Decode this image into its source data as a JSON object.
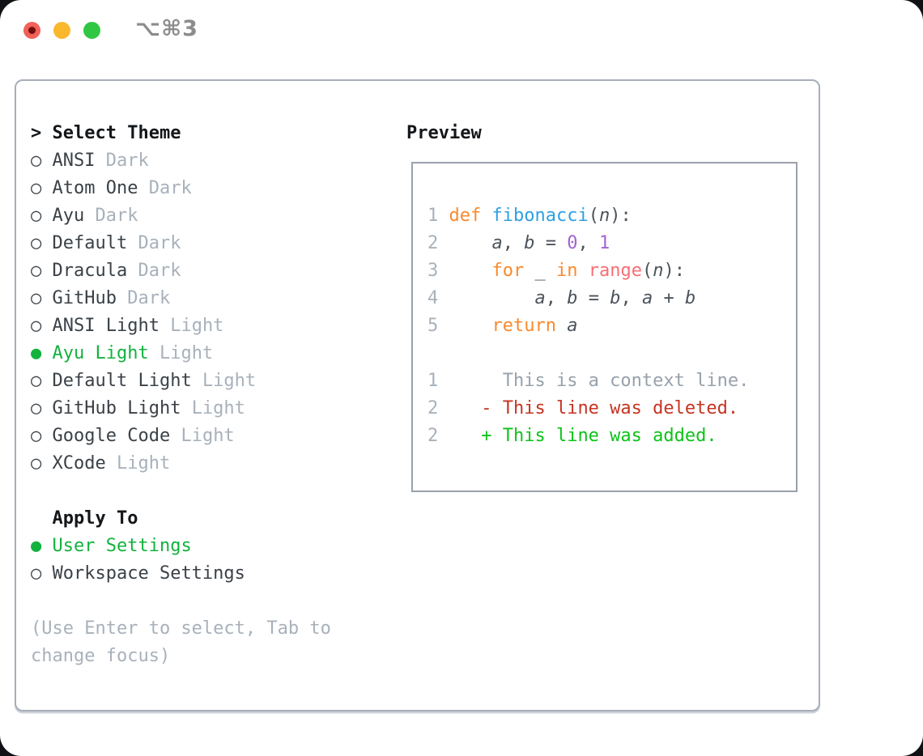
{
  "window": {
    "titlebar": {
      "shortcut_label": "⌥⌘3",
      "buttons": [
        {
          "name": "close",
          "color": "#f2605a",
          "dot_color": "#6f110b"
        },
        {
          "name": "minimize",
          "color": "#f9b82c"
        },
        {
          "name": "zoom",
          "color": "#2fc643"
        }
      ],
      "shortcut_color": "#8c8c8c"
    }
  },
  "theme_panel": {
    "header": {
      "prefix": ">",
      "label": "Select Theme"
    },
    "radio_selected_glyph": "●",
    "radio_unselected_glyph": "○",
    "themes": [
      {
        "name": "ANSI",
        "variant": "Dark",
        "selected": false
      },
      {
        "name": "Atom One",
        "variant": "Dark",
        "selected": false
      },
      {
        "name": "Ayu",
        "variant": "Dark",
        "selected": false
      },
      {
        "name": "Default",
        "variant": "Dark",
        "selected": false
      },
      {
        "name": "Dracula",
        "variant": "Dark",
        "selected": false
      },
      {
        "name": "GitHub",
        "variant": "Dark",
        "selected": false
      },
      {
        "name": "ANSI Light",
        "variant": "Light",
        "selected": false
      },
      {
        "name": "Ayu Light",
        "variant": "Light",
        "selected": true
      },
      {
        "name": "Default Light",
        "variant": "Light",
        "selected": false
      },
      {
        "name": "GitHub Light",
        "variant": "Light",
        "selected": false
      },
      {
        "name": "Google Code",
        "variant": "Light",
        "selected": false
      },
      {
        "name": "XCode",
        "variant": "Light",
        "selected": false
      }
    ],
    "apply_to": {
      "label": "Apply To",
      "options": [
        {
          "name": "User Settings",
          "selected": true
        },
        {
          "name": "Workspace Settings",
          "selected": false
        }
      ]
    },
    "hint_lines": [
      "(Use Enter to select, Tab to",
      "change focus)"
    ]
  },
  "preview": {
    "title": "Preview",
    "rows": [
      {
        "num": "1",
        "tokens": [
          {
            "t": "def",
            "c": "keyword"
          },
          {
            "t": " ",
            "c": "fg"
          },
          {
            "t": "fibonacci",
            "c": "function"
          },
          {
            "t": "(",
            "c": "fg"
          },
          {
            "t": "n",
            "c": "fg",
            "i": true
          },
          {
            "t": "):",
            "c": "fg"
          }
        ]
      },
      {
        "num": "2",
        "tokens": [
          {
            "t": "    ",
            "c": "fg"
          },
          {
            "t": "a",
            "c": "fg",
            "i": true
          },
          {
            "t": ", ",
            "c": "fg"
          },
          {
            "t": "b",
            "c": "fg",
            "i": true
          },
          {
            "t": " = ",
            "c": "fg"
          },
          {
            "t": "0",
            "c": "number"
          },
          {
            "t": ", ",
            "c": "fg"
          },
          {
            "t": "1",
            "c": "number"
          }
        ]
      },
      {
        "num": "3",
        "tokens": [
          {
            "t": "    ",
            "c": "fg"
          },
          {
            "t": "for",
            "c": "keyword"
          },
          {
            "t": " _ ",
            "c": "fg"
          },
          {
            "t": "in",
            "c": "keyword"
          },
          {
            "t": " ",
            "c": "fg"
          },
          {
            "t": "range",
            "c": "call"
          },
          {
            "t": "(",
            "c": "fg"
          },
          {
            "t": "n",
            "c": "fg",
            "i": true
          },
          {
            "t": "):",
            "c": "fg"
          }
        ]
      },
      {
        "num": "4",
        "tokens": [
          {
            "t": "        ",
            "c": "fg"
          },
          {
            "t": "a",
            "c": "fg",
            "i": true
          },
          {
            "t": ", ",
            "c": "fg"
          },
          {
            "t": "b",
            "c": "fg",
            "i": true
          },
          {
            "t": " = ",
            "c": "fg"
          },
          {
            "t": "b",
            "c": "fg",
            "i": true
          },
          {
            "t": ", ",
            "c": "fg"
          },
          {
            "t": "a",
            "c": "fg",
            "i": true
          },
          {
            "t": " + ",
            "c": "fg"
          },
          {
            "t": "b",
            "c": "fg",
            "i": true
          }
        ]
      },
      {
        "num": "5",
        "tokens": [
          {
            "t": "    ",
            "c": "fg"
          },
          {
            "t": "return",
            "c": "keyword"
          },
          {
            "t": " ",
            "c": "fg"
          },
          {
            "t": "a",
            "c": "fg",
            "i": true
          }
        ]
      },
      {
        "num": "",
        "tokens": []
      },
      {
        "num": "1",
        "tokens": [
          {
            "t": "     This is a context line.",
            "c": "context"
          }
        ]
      },
      {
        "num": "2",
        "tokens": [
          {
            "t": "   - This line was deleted.",
            "c": "deleted"
          }
        ]
      },
      {
        "num": "2",
        "tokens": [
          {
            "t": "   + This line was added.",
            "c": "added"
          }
        ]
      }
    ]
  },
  "colors": {
    "header_text": "#14171a",
    "item_text": "#3a4147",
    "muted": "#a8b1bb",
    "selected_green": "#13b23e",
    "hint": "#a8b1bb",
    "keyword": "#f98a2e",
    "function": "#2fa0e3",
    "call": "#f86e74",
    "number": "#a263d2",
    "fg": "#4c535b",
    "ln": "#a8b1bb",
    "context": "#98a1ab",
    "deleted": "#c63422",
    "added": "#0dc319"
  }
}
